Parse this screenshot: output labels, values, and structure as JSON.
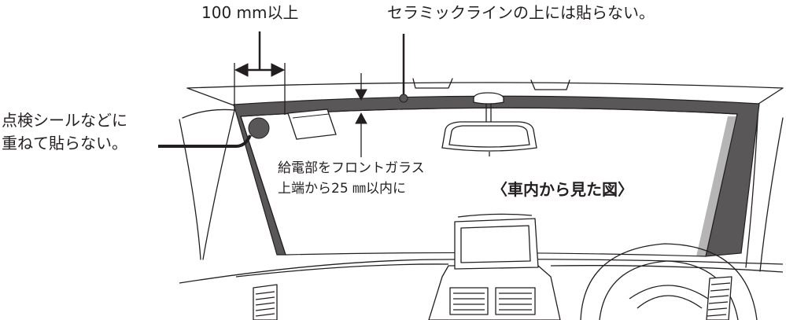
{
  "labels": {
    "clearance": "100 mm以上",
    "ceramic_line": "セラミックラインの上には貼らない。",
    "inspection_sticker_line1": "点検シールなどに",
    "inspection_sticker_line2": "重ねて貼らない。",
    "feed_line1": "給電部をフロントガラス",
    "feed_line2": "上端から25 ㎜以内に",
    "view_caption": "〈車内から見た図〉"
  },
  "colors": {
    "ink": "#231f20",
    "ceramic_band": "#595757",
    "ceramic_gradient": "#b5b5b6",
    "sticker": "#595757"
  }
}
